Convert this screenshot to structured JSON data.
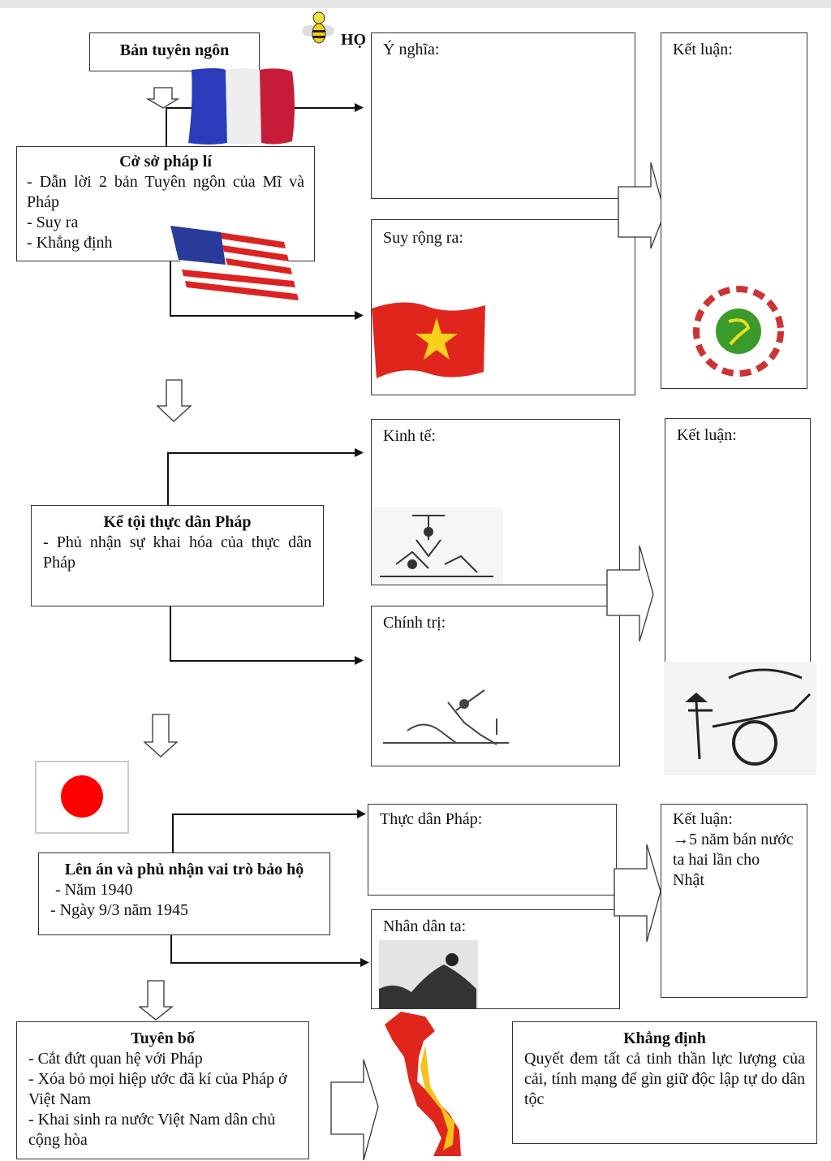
{
  "header": {
    "title_fragment": "HỌ"
  },
  "section1": {
    "declaration_label": "Bản tuyên ngôn",
    "legal_basis": {
      "title": "Cở sở pháp lí",
      "lines": [
        "- Dẫn lời 2 bản Tuyên ngôn của Mĩ và Pháp",
        "- Suy ra",
        "- Khẳng định"
      ]
    },
    "meaning_label": "Ý nghĩa:",
    "extension_label": "Suy rộng ra:",
    "conclusion_label": "Kết luận:"
  },
  "section2": {
    "accusation": {
      "title": "Kể tội thực dân Pháp",
      "lines": [
        "- Phủ nhận sự khai hóa của thực dân Pháp"
      ]
    },
    "economy_label": "Kinh tế:",
    "politics_label": "Chính trị:",
    "conclusion_label": "Kết luận:"
  },
  "section3": {
    "condemn": {
      "title": "Lên án và phủ nhận vai trò bảo hộ",
      "lines": [
        "- Năm 1940",
        "- Ngày 9/3 năm 1945"
      ]
    },
    "french_label": "Thực dân Pháp:",
    "people_label": "Nhân dân ta:",
    "conclusion_label": "Kết luận:",
    "conclusion_text": "→5 năm bán nước ta hai lần cho Nhật"
  },
  "section4": {
    "proclaim": {
      "title": "Tuyên bố",
      "lines": [
        "- Cắt đứt quan hệ với Pháp",
        "- Xóa bỏ mọi hiệp ước đã kí của Pháp ở Việt Nam",
        "- Khai sinh ra nước Việt Nam dân chủ cộng hòa"
      ]
    },
    "affirm": {
      "title": "Khẳng định",
      "text": "Quyết đem tất cả tinh thần lực lượng của cải, tính mạng để gìn giữ độc lập tự do dân tộc"
    }
  }
}
